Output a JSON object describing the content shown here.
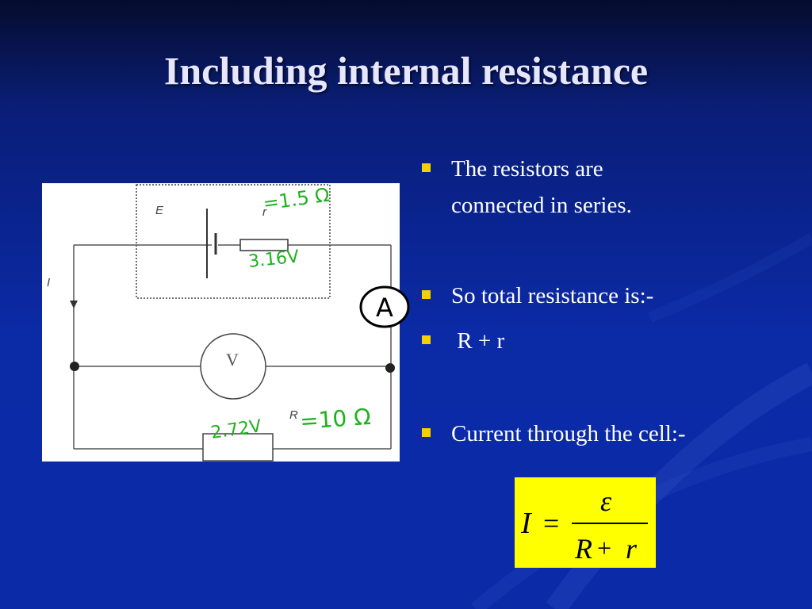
{
  "slide": {
    "title": "Including internal resistance"
  },
  "bullets": [
    {
      "text": "The resistors are connected in series."
    },
    {
      "text": "So total resistance is:-"
    },
    {
      "text": " R + r"
    },
    {
      "text": "Current through the cell:-"
    }
  ],
  "circuit": {
    "label_emf": "E",
    "label_r": "r",
    "label_current": "I",
    "label_voltmeter": "V",
    "label_R": "R",
    "annotation_r": "=1.5 Ω",
    "annotation_cell_voltage": "3.16V",
    "annotation_R": "=10 Ω",
    "annotation_R_voltage": "2.72V",
    "annotation_ammeter": "A"
  },
  "formula": {
    "lhs": "I",
    "equals": "=",
    "numerator": "ε",
    "denominator_R": "R",
    "denominator_plus": "+",
    "denominator_r": "r"
  },
  "colors": {
    "bullet_marker": "#f4d000",
    "formula_background": "#ffff00",
    "annotation_green": "#1fb11f"
  }
}
